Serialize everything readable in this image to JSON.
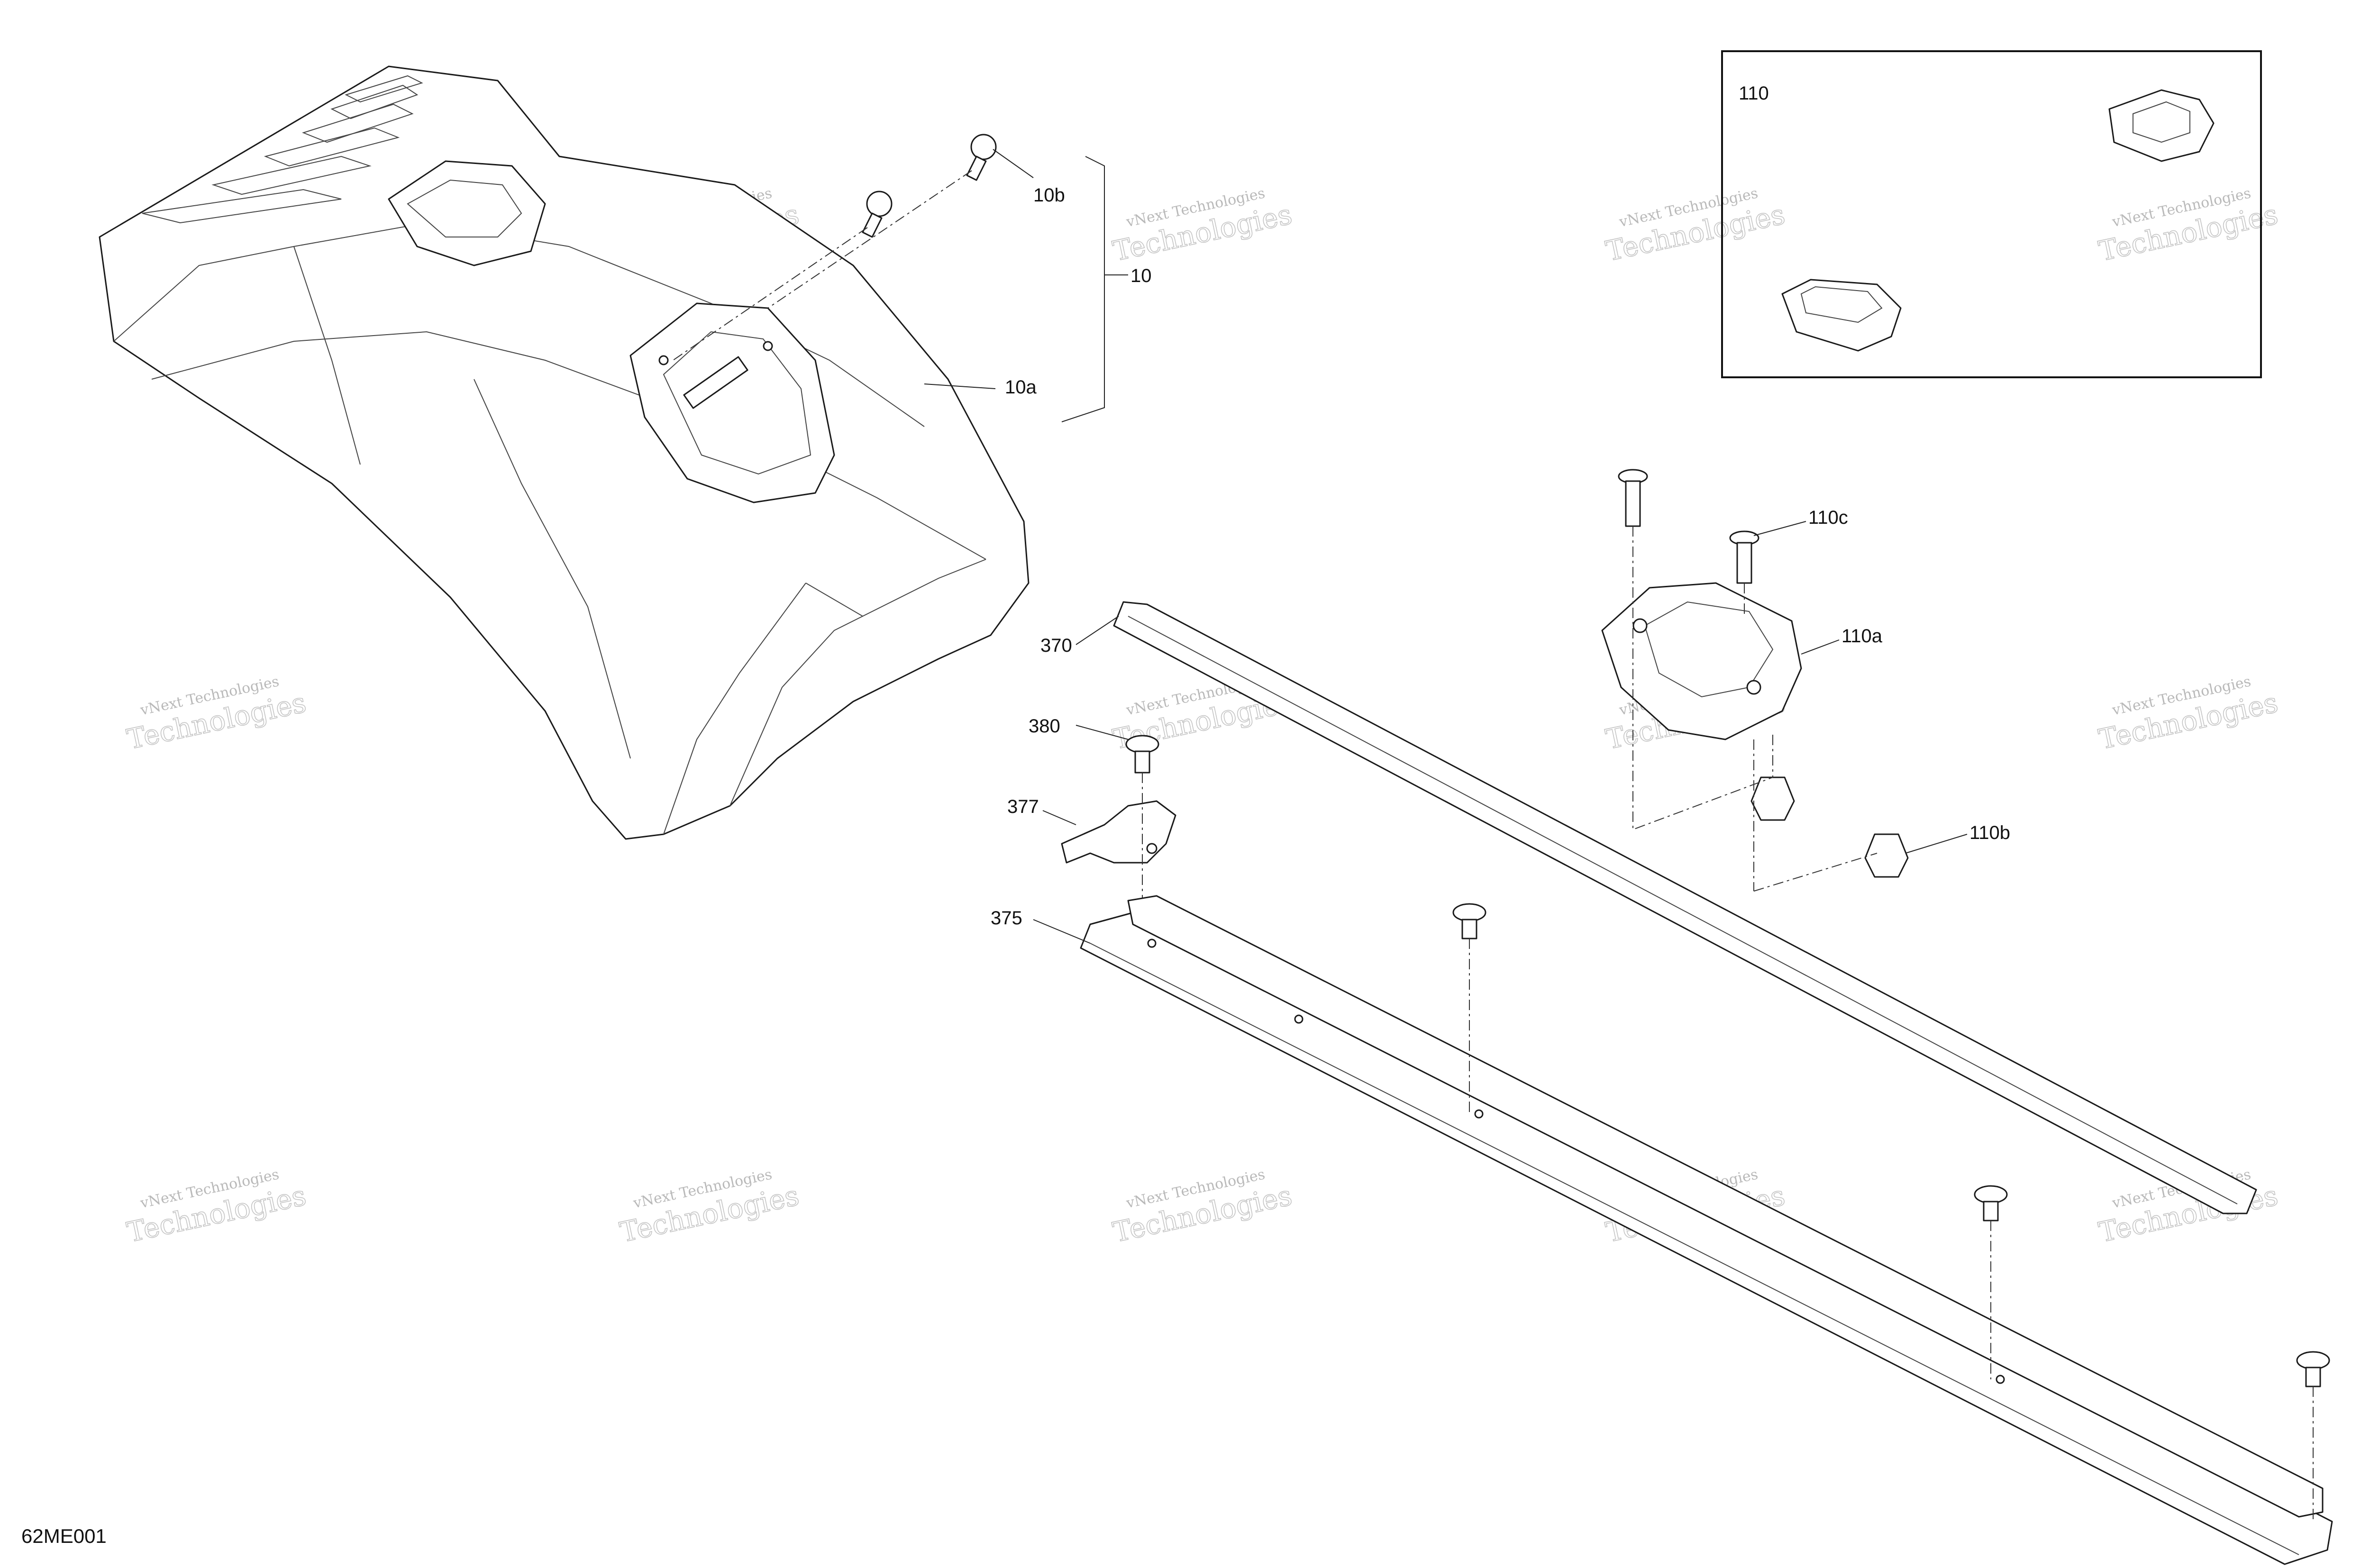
{
  "diagram_code": "62ME001",
  "watermark": {
    "line1": "vNext Technologies",
    "line2": "Technologies"
  },
  "callouts": {
    "c10": "10",
    "c10a": "10a",
    "c10b": "10b",
    "c110_box": "110",
    "c110a": "110a",
    "c110b": "110b",
    "c110c": "110c",
    "c370": "370",
    "c375": "375",
    "c377": "377",
    "c380": "380"
  },
  "colors": {
    "line": "#1a1a1a",
    "watermark": "#c4c4c4",
    "background": "#ffffff"
  }
}
